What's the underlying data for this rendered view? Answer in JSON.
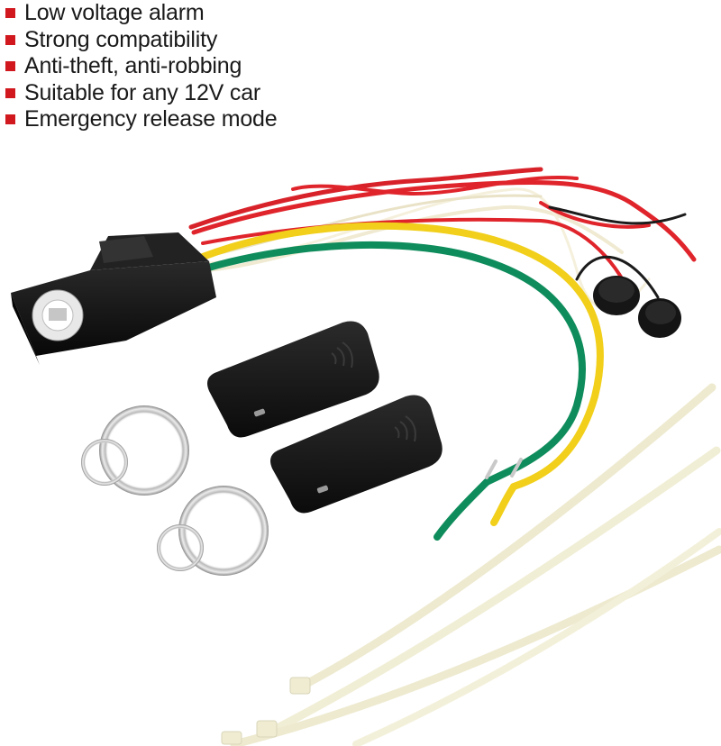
{
  "features": [
    "Low voltage alarm",
    "Strong compatibility",
    "Anti-theft, anti-robbing",
    "Suitable for any 12V car",
    "Emergency release mode"
  ],
  "colors": {
    "bullet": "#d0181e",
    "wire_red": "#e0242b",
    "wire_yellow": "#f1cf1a",
    "wire_green": "#0f8c5c",
    "wire_white": "#f3efdc",
    "module": "#141414",
    "tie": "#f4f1d6"
  },
  "icons": {
    "bullet": "red-square-bullet",
    "remote": "wireless-signal-icon"
  }
}
